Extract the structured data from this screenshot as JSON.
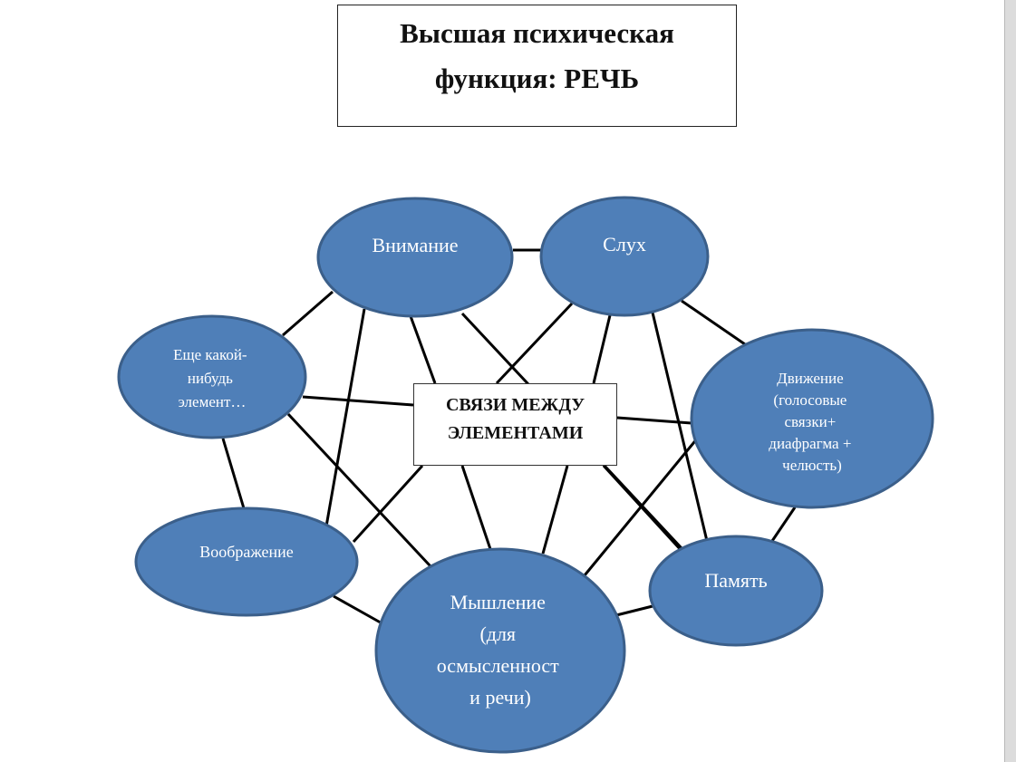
{
  "title": {
    "line1": "Высшая психическая",
    "line2": "функция: РЕЧЬ"
  },
  "center": {
    "line1": "СВЯЗИ МЕЖДУ",
    "line2": "ЭЛЕМЕНТАМИ"
  },
  "nodes": {
    "attention": {
      "lines": [
        "Внимание"
      ]
    },
    "hearing": {
      "lines": [
        "Слух"
      ]
    },
    "other": {
      "lines": [
        "Еще какой-",
        "нибудь",
        "элемент…"
      ]
    },
    "movement": {
      "lines": [
        "Движение",
        "(голосовые",
        "связки+",
        "диафрагма +",
        "челюсть)"
      ]
    },
    "imagination": {
      "lines": [
        "Воображение"
      ]
    },
    "memory": {
      "lines": [
        "Память"
      ]
    },
    "thinking": {
      "lines": [
        "Мышление",
        "(для",
        "осмысленност",
        "и речи)"
      ]
    }
  },
  "colors": {
    "node_fill": "#4f7fb8",
    "node_stroke": "#3b5f8a",
    "edge": "#000000"
  }
}
